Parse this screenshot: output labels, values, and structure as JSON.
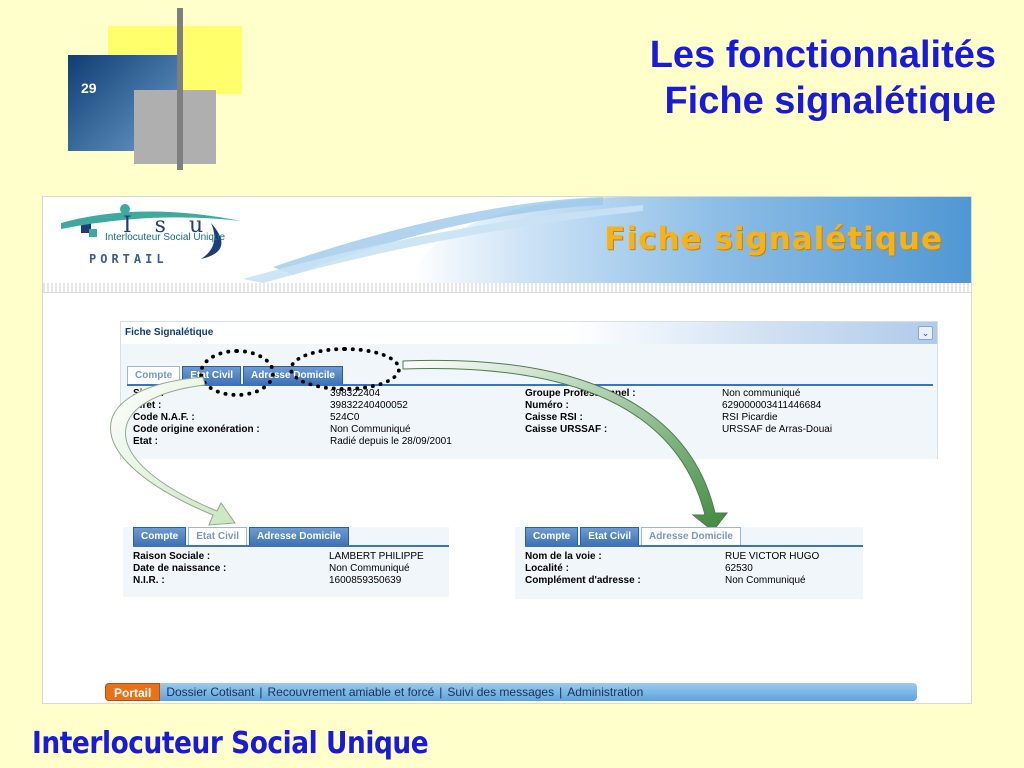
{
  "slide": {
    "number": "29",
    "title_line1": "Les fonctionnalités",
    "title_line2": "Fiche signalétique",
    "footer": "Interlocuteur Social Unique"
  },
  "banner": {
    "title": "Fiche signalétique",
    "logo_letters": "I s u",
    "logo_subtitle": "Interlocuteur Social Unique",
    "logo_portail": "PORTAIL"
  },
  "panel": {
    "title": "Fiche Signalétique",
    "collapse_glyph": "⌄",
    "tabs": [
      "Compte",
      "Etat Civil",
      "Adresse Domicile"
    ],
    "left_fields": [
      {
        "label": "Siren :",
        "value": "398322404"
      },
      {
        "label": "Siret :",
        "value": "39832240400052"
      },
      {
        "label": "Code N.A.F. :",
        "value": "524C0"
      },
      {
        "label": "Code origine exonération :",
        "value": "Non Communiqué"
      },
      {
        "label": "Etat :",
        "value": "Radié depuis le 28/09/2001"
      }
    ],
    "right_fields": [
      {
        "label": "Groupe Professionnel :",
        "value": "Non communiqué"
      },
      {
        "label": "Numéro :",
        "value": "629000003411446684"
      },
      {
        "label": "Caisse RSI :",
        "value": "RSI Picardie"
      },
      {
        "label": "Caisse URSSAF :",
        "value": "URSSAF de Arras-Douai"
      }
    ]
  },
  "etat_civil": {
    "tabs": [
      "Compte",
      "Etat Civil",
      "Adresse Domicile"
    ],
    "fields": [
      {
        "label": "Raison Sociale :",
        "value": "LAMBERT PHILIPPE"
      },
      {
        "label": "Date de naissance :",
        "value": "Non Communiqué"
      },
      {
        "label": "N.I.R. :",
        "value": "1600859350639"
      }
    ]
  },
  "adresse": {
    "tabs": [
      "Compte",
      "Etat Civil",
      "Adresse Domicile"
    ],
    "fields": [
      {
        "label": "Nom de la voie :",
        "value": "RUE VICTOR HUGO"
      },
      {
        "label": "Localité :",
        "value": "62530"
      },
      {
        "label": "Complément d'adresse :",
        "value": "Non Communiqué"
      }
    ]
  },
  "navbar": {
    "portail": "Portail",
    "items": [
      "Dossier Cotisant",
      "Recouvrement amiable et forcé",
      "Suivi des messages",
      "Administration"
    ],
    "separator": "|"
  },
  "colors": {
    "title_blue": "#1A1AD9",
    "banner_orange": "#F6B21A",
    "tab_blue": "#3F73B5",
    "portail_orange": "#E8721A"
  }
}
